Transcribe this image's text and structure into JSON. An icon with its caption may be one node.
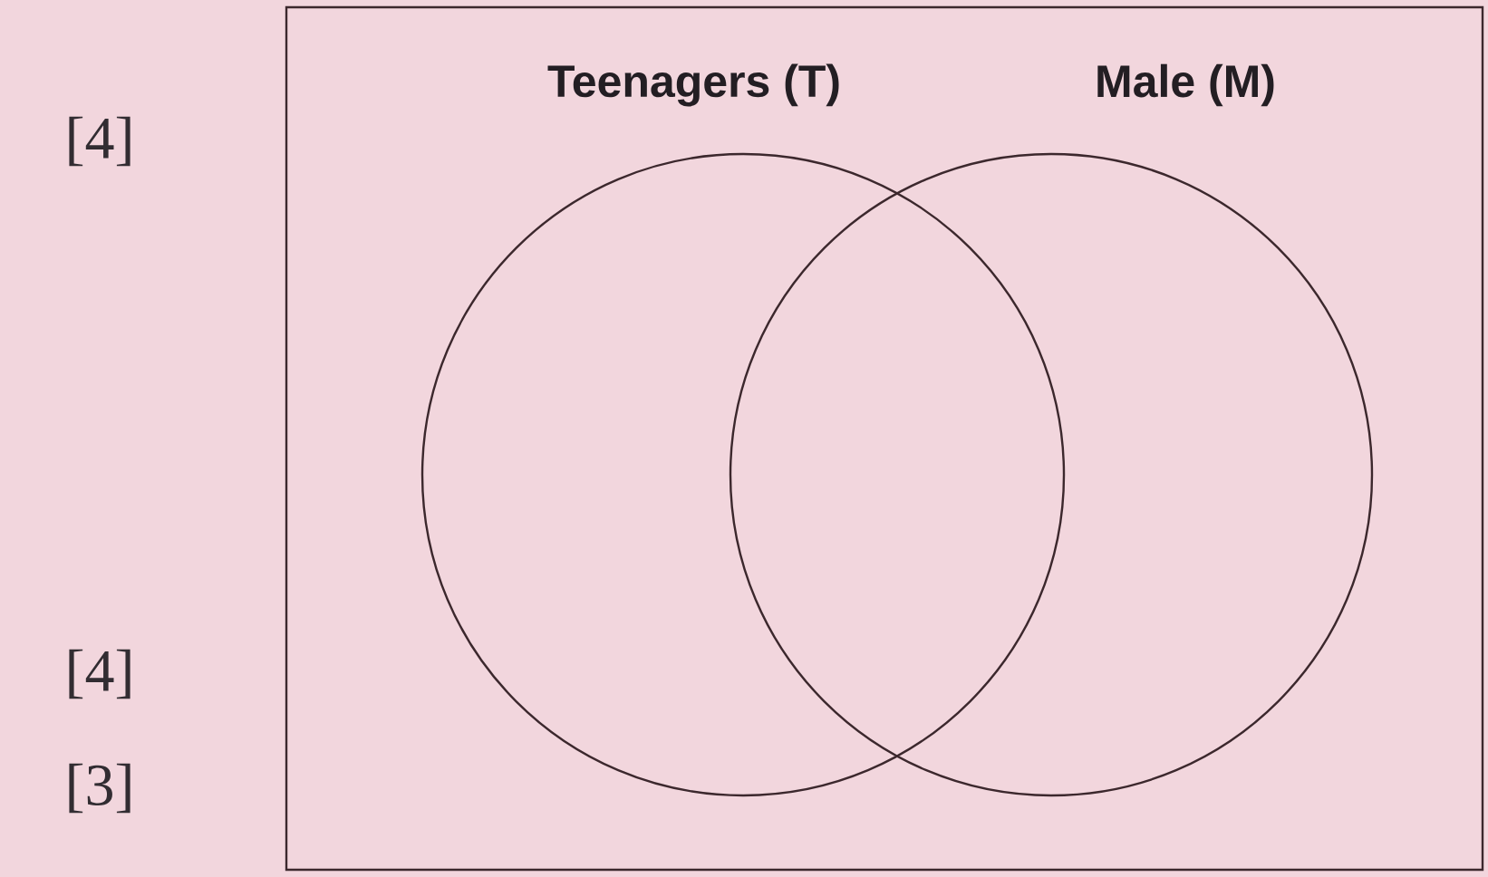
{
  "diagram": {
    "nodes": [
      {
        "text": [],
        "shape": "box"
      },
      {
        "text": [
          "Teenagers (T)"
        ],
        "in": 0
      },
      {
        "text": [
          "Male (M)"
        ],
        "in": 0
      }
    ],
    "labels": [
      "[4]",
      "[4]",
      "[3]"
    ]
  }
}
